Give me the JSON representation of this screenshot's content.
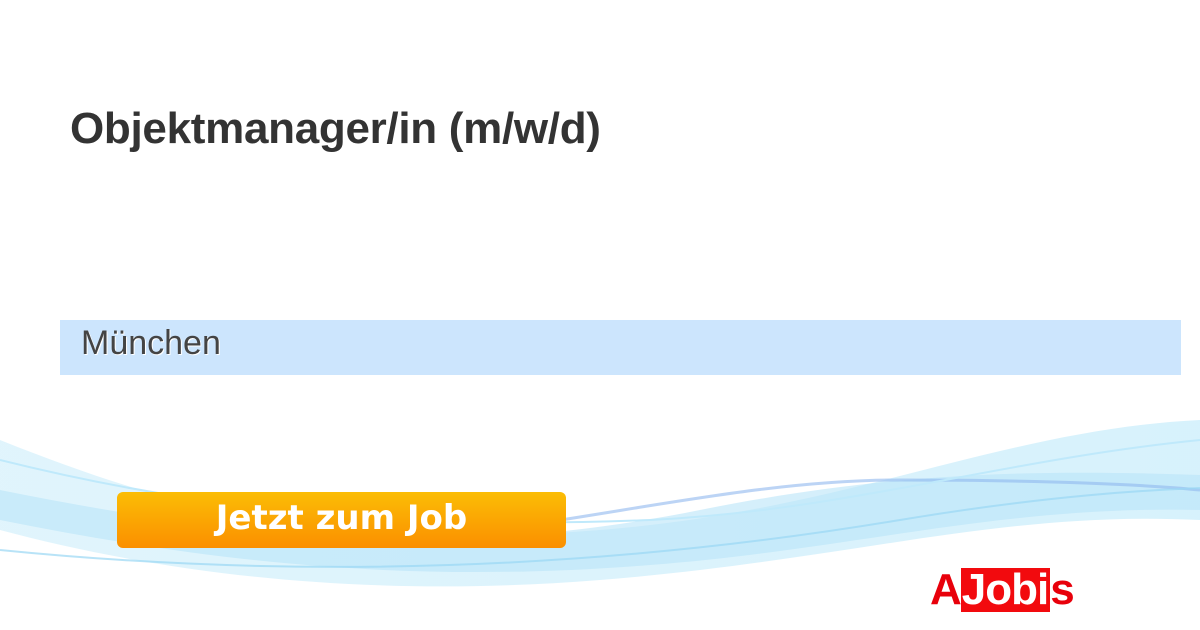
{
  "job": {
    "title": "Objektmanager/in (m/w/d)",
    "location": "München"
  },
  "cta": {
    "label": "Jetzt zum Job"
  },
  "logo": {
    "prefix": "A",
    "boxed": "Jobi",
    "suffix": "s",
    "color": "#e8000b"
  },
  "colors": {
    "location_band": "#cce5fd",
    "button_top": "#fbbd05",
    "button_bottom": "#fb8f00"
  }
}
